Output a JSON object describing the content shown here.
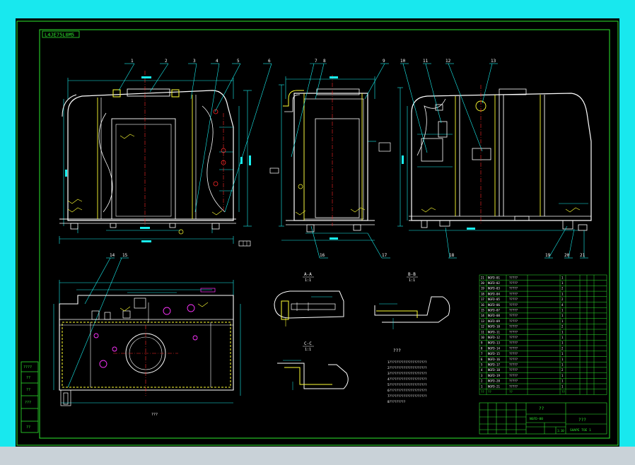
{
  "sheet": {
    "title_tag": "L4JE75L0M5",
    "background": "#000000",
    "border_color": "#2ee82e",
    "outer_background": "#18e8ee",
    "bottom_strip_color": "#c9d2d8"
  },
  "balloons": [
    "1",
    "2",
    "3",
    "4",
    "5",
    "6",
    "7",
    "8",
    "9",
    "10",
    "11",
    "12",
    "13",
    "14",
    "15",
    "16",
    "17",
    "18",
    "19",
    "20",
    "21"
  ],
  "section_labels": {
    "aa": "A-A",
    "bb": "B-B",
    "cc": "C-C",
    "scale_a": "1:1",
    "scale_b": "1:1",
    "scale_c": "1:1"
  },
  "notes": {
    "heading": "???",
    "lines": [
      "1?????????????????????",
      "2?????????????????????",
      "3?????????????????????",
      "4?????????????????????",
      "5?????????????????????",
      "6?????????????????????",
      "7?????????????????????",
      "8?????????"
    ]
  },
  "plan_view_label": "???",
  "bom": {
    "rows": [
      {
        "no": "21",
        "code": "NGFD-01",
        "name": "?????",
        "qty": "1"
      },
      {
        "no": "20",
        "code": "NGFD-02",
        "name": "?????",
        "qty": "1"
      },
      {
        "no": "19",
        "code": "NGFD-03",
        "name": "?????",
        "qty": "2"
      },
      {
        "no": "18",
        "code": "NGFD-04",
        "name": "?????",
        "qty": "1"
      },
      {
        "no": "17",
        "code": "NGFD-05",
        "name": "?????",
        "qty": "2"
      },
      {
        "no": "16",
        "code": "NGFD-06",
        "name": "?????",
        "qty": "4"
      },
      {
        "no": "15",
        "code": "NGFD-07",
        "name": "?????",
        "qty": "1"
      },
      {
        "no": "14",
        "code": "NGFD-08",
        "name": "?????",
        "qty": "1"
      },
      {
        "no": "13",
        "code": "NGFD-09",
        "name": "?????",
        "qty": "1"
      },
      {
        "no": "12",
        "code": "NGFD-10",
        "name": "?????",
        "qty": "2"
      },
      {
        "no": "11",
        "code": "NGFD-11",
        "name": "?????",
        "qty": "1"
      },
      {
        "no": "10",
        "code": "NGFD-12",
        "name": "?????",
        "qty": "1"
      },
      {
        "no": "9",
        "code": "NGFD-13",
        "name": "?????",
        "qty": "1"
      },
      {
        "no": "8",
        "code": "NGFD-14",
        "name": "?????",
        "qty": "2"
      },
      {
        "no": "7",
        "code": "NGFD-15",
        "name": "?????",
        "qty": "1"
      },
      {
        "no": "6",
        "code": "NGFD-16",
        "name": "?????",
        "qty": "1"
      },
      {
        "no": "5",
        "code": "NGFD-17",
        "name": "?????",
        "qty": "1"
      },
      {
        "no": "4",
        "code": "NGFD-18",
        "name": "?????",
        "qty": "2"
      },
      {
        "no": "3",
        "code": "NGFD-19",
        "name": "?????",
        "qty": "1"
      },
      {
        "no": "2",
        "code": "NGFD-20",
        "name": "?????",
        "qty": "1"
      },
      {
        "no": "1",
        "code": "NGFD-21",
        "name": "?????",
        "qty": "1"
      }
    ],
    "header": {
      "no": "??",
      "code": "??",
      "name": "??",
      "qty": "??"
    }
  },
  "title_block": {
    "name": "??",
    "drawing_no": "NGFD-00",
    "scale": "1:10",
    "sheet_code": "SHAPE TOE 1",
    "company": "???"
  },
  "revision_block": [
    "????",
    "??",
    "??",
    "???",
    "??"
  ],
  "colors": {
    "outline": "#ffffff",
    "dimension": "#19f0f0",
    "center": "#ff2a2a",
    "accent": "#ffff33",
    "leader": "#33aaff",
    "hatch": "#ff33ff",
    "green": "#2ee82e"
  }
}
